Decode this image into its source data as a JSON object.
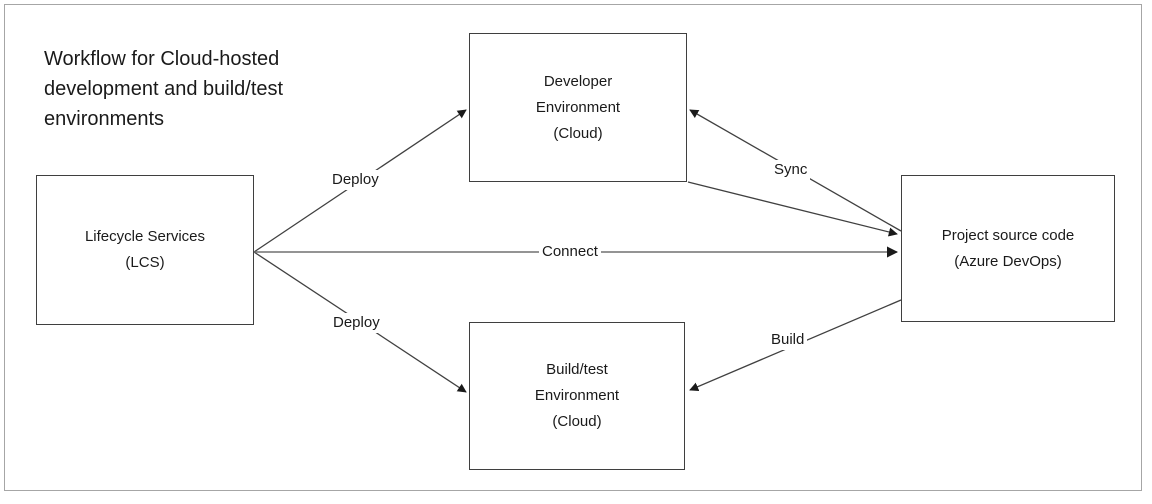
{
  "diagram": {
    "title": "Workflow for Cloud-hosted\ndevelopment and build/test\nenvironments",
    "background_color": "#ffffff",
    "frame_color": "#a6a6a6",
    "node_border_color": "#3f3f3f",
    "line_color": "#404040",
    "text_color": "#1a1a1a",
    "nodes": [
      {
        "id": "lcs",
        "label": "Lifecycle Services\n(LCS)"
      },
      {
        "id": "dev",
        "label": "Developer\nEnvironment\n(Cloud)"
      },
      {
        "id": "buildtest",
        "label": "Build/test\nEnvironment\n(Cloud)"
      },
      {
        "id": "repo",
        "label": "Project source code\n(Azure DevOps)"
      }
    ],
    "edges": [
      {
        "id": "deploy-top",
        "label": "Deploy",
        "from": "lcs",
        "to": "dev"
      },
      {
        "id": "deploy-bottom",
        "label": "Deploy",
        "from": "lcs",
        "to": "buildtest"
      },
      {
        "id": "connect",
        "label": "Connect",
        "from": "lcs",
        "to": "repo"
      },
      {
        "id": "sync",
        "label": "Sync",
        "from": "repo",
        "to": "dev"
      },
      {
        "id": "build",
        "label": "Build",
        "from": "repo",
        "to": "buildtest"
      },
      {
        "id": "dev-to-repo",
        "label": "",
        "from": "dev",
        "to": "repo"
      }
    ]
  }
}
